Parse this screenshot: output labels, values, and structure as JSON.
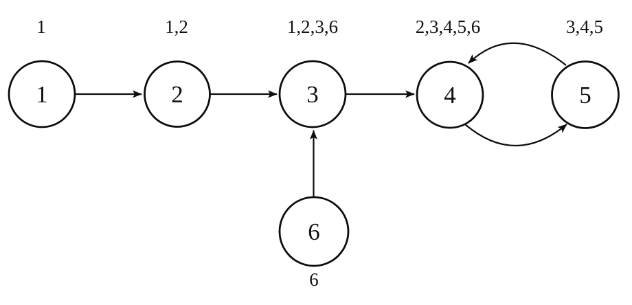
{
  "diagram": {
    "kind": "directed-graph",
    "background_color": "#ffffff",
    "stroke_color": "#0d0d0d",
    "nodes": [
      {
        "id": "1",
        "label": "1",
        "annotation": "1",
        "annotation_position": "above"
      },
      {
        "id": "2",
        "label": "2",
        "annotation": "1,2",
        "annotation_position": "above"
      },
      {
        "id": "3",
        "label": "3",
        "annotation": "1,2,3,6",
        "annotation_position": "above"
      },
      {
        "id": "4",
        "label": "4",
        "annotation": "2,3,4,5,6",
        "annotation_position": "above"
      },
      {
        "id": "5",
        "label": "5",
        "annotation": "3,4,5",
        "annotation_position": "above"
      },
      {
        "id": "6",
        "label": "6",
        "annotation": "6",
        "annotation_position": "below"
      }
    ],
    "edges": [
      {
        "from": "1",
        "to": "2",
        "style": "straight"
      },
      {
        "from": "2",
        "to": "3",
        "style": "straight"
      },
      {
        "from": "3",
        "to": "4",
        "style": "straight"
      },
      {
        "from": "6",
        "to": "3",
        "style": "straight"
      },
      {
        "from": "4",
        "to": "5",
        "style": "curved-below"
      },
      {
        "from": "5",
        "to": "4",
        "style": "curved-above"
      }
    ]
  }
}
